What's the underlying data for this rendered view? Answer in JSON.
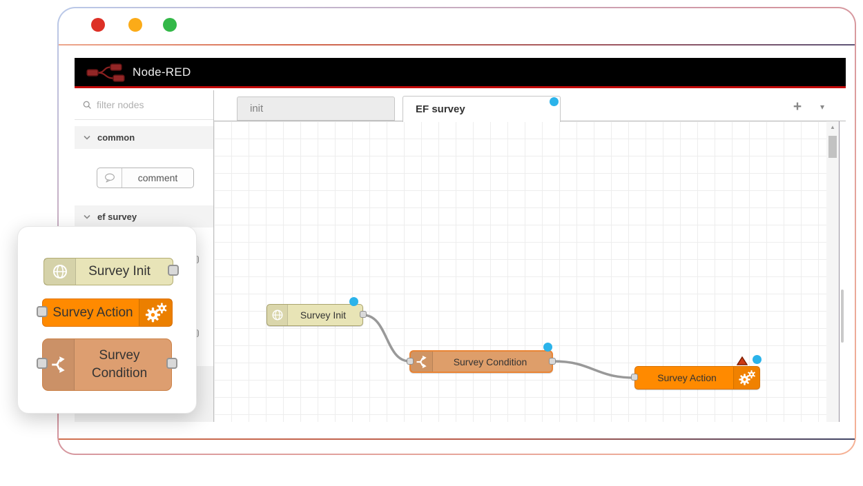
{
  "window": {
    "traffic_lights": {
      "close": "#dd3026",
      "minimize": "#fbab18",
      "maximize": "#33b848"
    }
  },
  "header": {
    "title": "Node-RED"
  },
  "sidebar": {
    "search_placeholder": "filter nodes",
    "categories": [
      {
        "label": "common"
      },
      {
        "label": "ef survey"
      }
    ],
    "common_nodes": [
      {
        "label": "comment"
      }
    ]
  },
  "workspace": {
    "tabs": [
      {
        "label": "init"
      },
      {
        "label": "EF survey"
      }
    ],
    "controls": {
      "add_label": "+",
      "menu_label": "▾",
      "scroll_up": "▲"
    }
  },
  "palette_popup": {
    "nodes": [
      {
        "label": "Survey Init",
        "icon": "globe-icon",
        "color": "#e8e4b8"
      },
      {
        "label": "Survey Action",
        "icon": "gears-icon",
        "color": "#ff8a00"
      },
      {
        "label": "Survey Condition",
        "icon": "branch-icon",
        "color": "#dd9e70"
      }
    ]
  },
  "flow": {
    "nodes": [
      {
        "label": "Survey Init",
        "icon": "globe-icon",
        "modified": true
      },
      {
        "label": "Survey Condition",
        "icon": "branch-icon",
        "modified": true
      },
      {
        "label": "Survey Action",
        "icon": "gears-icon",
        "modified": true,
        "error": true
      }
    ]
  },
  "colors": {
    "header_accent": "#c40a0a",
    "modified_dot": "#2bb3ea",
    "error_triangle": "#cc3a14",
    "wire": "#999999"
  }
}
